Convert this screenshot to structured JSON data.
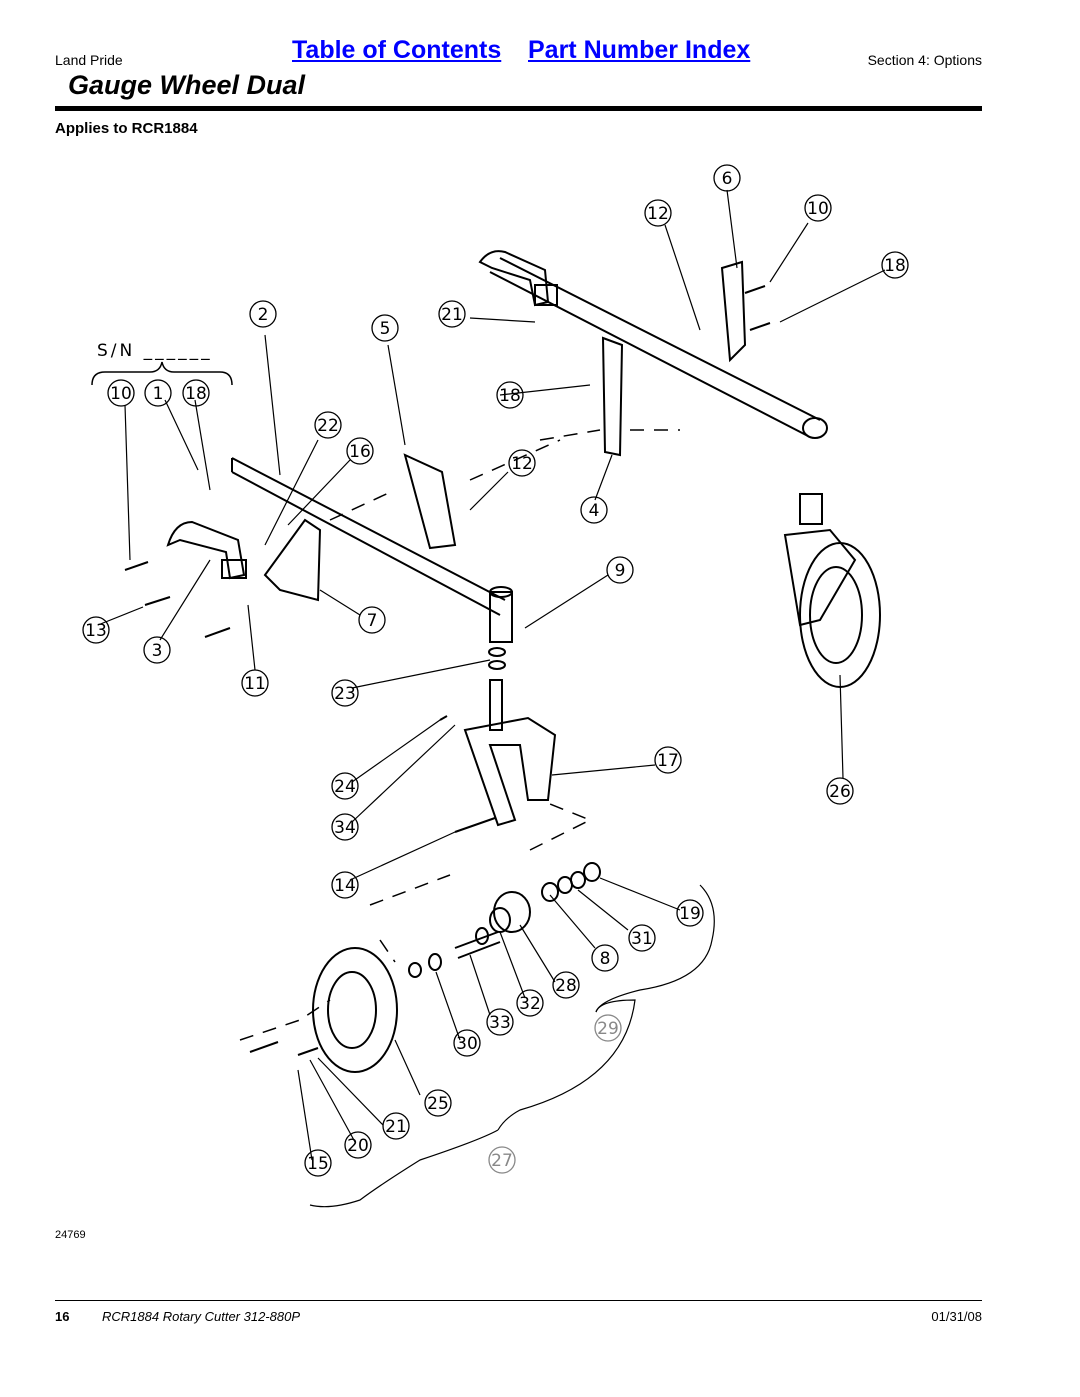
{
  "header": {
    "brand": "Land Pride",
    "toc_link": "Table of Contents",
    "index_link": "Part Number Index",
    "section": "Section 4: Options"
  },
  "title": "Gauge Wheel Dual",
  "applies_to": "Applies to RCR1884",
  "diagram": {
    "serial_label": "S/N ______",
    "callouts": [
      "6",
      "12",
      "10",
      "18",
      "2",
      "5",
      "21",
      "10",
      "1",
      "18",
      "18",
      "22",
      "16",
      "12",
      "4",
      "9",
      "7",
      "13",
      "3",
      "11",
      "23",
      "17",
      "24",
      "26",
      "34",
      "14",
      "19",
      "31",
      "8",
      "28",
      "32",
      "29",
      "33",
      "30",
      "25",
      "21",
      "20",
      "15",
      "27"
    ]
  },
  "figure_number": "24769",
  "footer": {
    "page": "16",
    "doc": "RCR1884 Rotary Cutter 312-880P",
    "date": "01/31/08"
  },
  "colors": {
    "link": "#0000ff",
    "ink": "#000000",
    "faint_callout": "#888888"
  }
}
